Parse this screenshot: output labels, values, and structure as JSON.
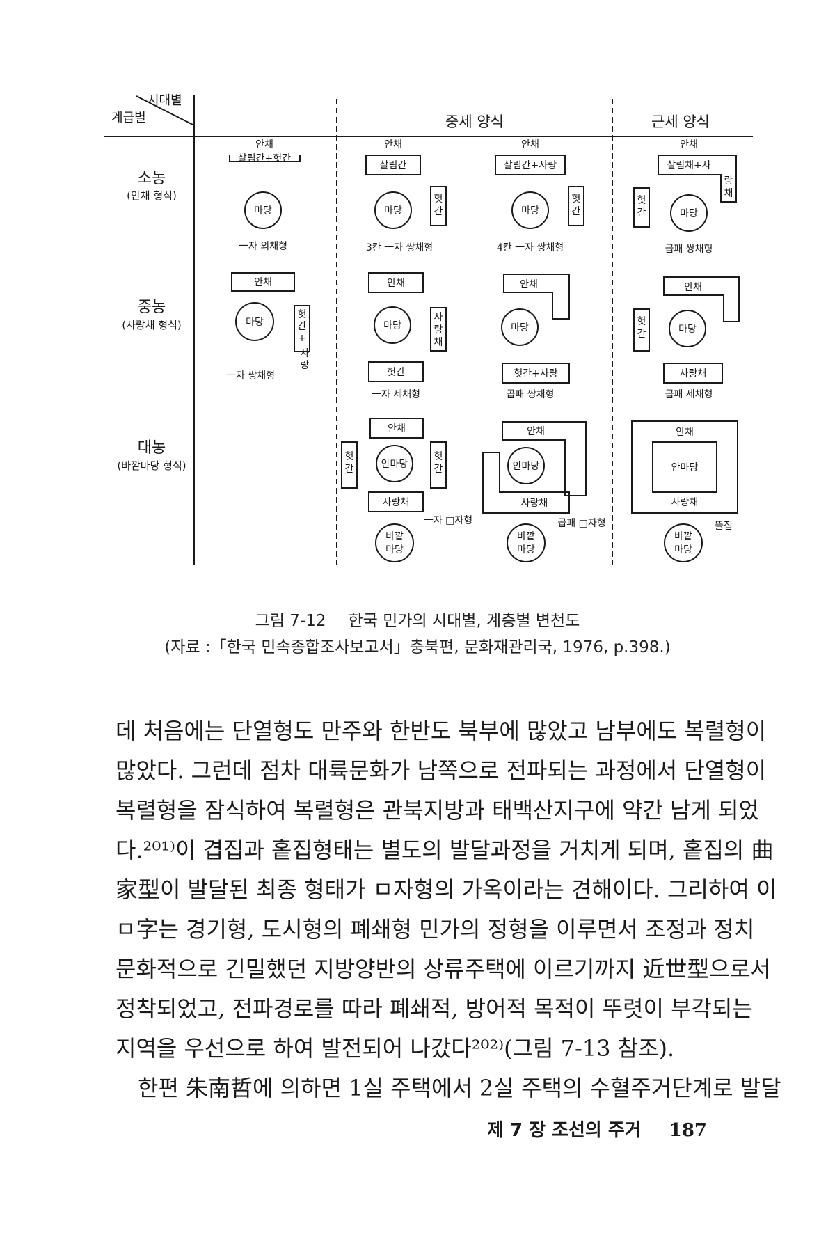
{
  "figure": {
    "header": {
      "era_label": "시대별",
      "class_label": "계급별",
      "col_mid": "중세 양식",
      "col_modern": "근세 양식"
    },
    "rows": {
      "small": [
        "소농",
        "(안채 형식)"
      ],
      "middle": [
        "중농",
        "(사랑채 형식)"
      ],
      "large": [
        "대농",
        "(바깥마당 형식)"
      ]
    },
    "labels": {
      "anchae": "안채",
      "madang": "마당",
      "an_madang": "안마당",
      "bakkat_1": "바깥",
      "bakkat_2": "마당",
      "sarangchae": "사랑채",
      "heotgan": "헛간",
      "heotgan_v": [
        "헛",
        "간"
      ],
      "sarang_v": [
        "사",
        "랑",
        "채"
      ],
      "heotgan_sarang_v": [
        "헛",
        "간",
        "+",
        "사",
        "랑"
      ],
      "sarim_heotgan": "살림간+헛간",
      "sarimgan": "살림간",
      "sarim_sarang": "살림간+사랑",
      "sarimchae_sarang": "살림채+사",
      "sarimchae_v": [
        "랑",
        "채"
      ],
      "heotgan_sarang": "헛간+사랑",
      "ttuljip": "뜰집"
    },
    "types": {
      "r1c1": "一자 외채형",
      "r1c2": "3칸 一자 쌍채형",
      "r1c3": "4칸 一자 쌍채형",
      "r1c4": "곱패 쌍채형",
      "r2c1": "一자 쌍채형",
      "r2c2": "一자 세채형",
      "r2c3": "곱패 쌍채형",
      "r2c4": "곱패 세채형",
      "r3c2": "一자 □자형",
      "r3c3": "곱패 □자형"
    }
  },
  "caption": {
    "number": "그림 7-12",
    "title": "한국 민가의 시대별, 계층별 변천도",
    "source": "(자료 :「한국 민속종합조사보고서」충북편, 문화재관리국, 1976, p.398.)"
  },
  "body": [
    "데 처음에는 단열형도 만주와 한반도 북부에 많았고 남부에도 복렬형이",
    "많았다. 그런데 점차 대륙문화가 남쪽으로 전파되는 과정에서 단열형이",
    "복렬형을 잠식하여 복렬형은 관북지방과 태백산지구에 약간 남게 되었",
    "다.²⁰¹⁾이 겹집과 홑집형태는 별도의 발달과정을 거치게 되며, 홑집의 曲",
    "家型이 발달된 최종 형태가 ㅁ자형의 가옥이라는 견해이다. 그리하여 이",
    "ㅁ字는 경기형, 도시형의 폐쇄형 민가의 정형을 이루면서 조정과 정치",
    "문화적으로 긴밀했던 지방양반의 상류주택에 이르기까지 近世型으로서",
    "정착되었고, 전파경로를 따라 폐쇄적, 방어적 목적이 뚜렷이 부각되는",
    "지역을 우선으로 하여 발전되어 나갔다²⁰²⁾(그림 7-13 참조).",
    "한편 朱南哲에 의하면 1실 주택에서 2실 주택의 수혈주거단계로 발달"
  ],
  "footer": {
    "chapter": "제 7 장  조선의 주거",
    "page": "187"
  }
}
